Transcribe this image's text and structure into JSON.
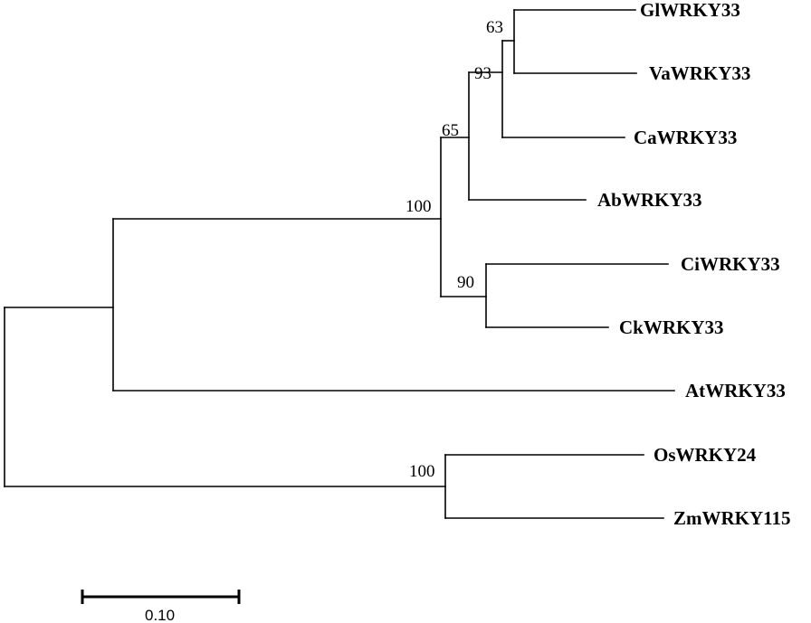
{
  "tree": {
    "taxa": [
      {
        "id": "gl",
        "label": "GlWRKY33"
      },
      {
        "id": "va",
        "label": "VaWRKY33"
      },
      {
        "id": "ca",
        "label": "CaWRKY33"
      },
      {
        "id": "ab",
        "label": "AbWRKY33"
      },
      {
        "id": "ci",
        "label": "CiWRKY33"
      },
      {
        "id": "ck",
        "label": "CkWRKY33"
      },
      {
        "id": "at",
        "label": "AtWRKY33"
      },
      {
        "id": "os",
        "label": "OsWRKY24"
      },
      {
        "id": "zm",
        "label": "ZmWRKY115"
      }
    ],
    "bootstrap": [
      {
        "id": "gl-va",
        "value": "63"
      },
      {
        "id": "gl-va-ca",
        "value": "93"
      },
      {
        "id": "gl-va-ca-ab",
        "value": "65"
      },
      {
        "id": "ingroup",
        "value": "100"
      },
      {
        "id": "ci-ck",
        "value": "90"
      },
      {
        "id": "os-zm",
        "value": "100"
      }
    ]
  },
  "scale_bar": {
    "label": "0.10",
    "length": 0.1
  }
}
